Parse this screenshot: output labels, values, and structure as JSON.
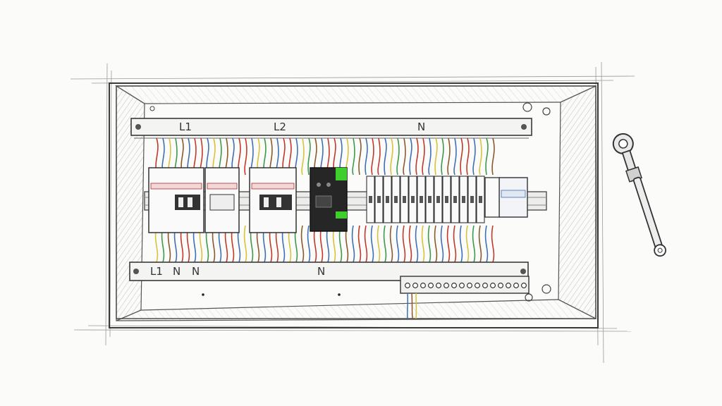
{
  "colors": {
    "paper": "#fbfbfa",
    "pencil": "#3a3a3a",
    "shade": "#cfcfcf",
    "wire_red": "#c0392b",
    "wire_blue": "#3f6fb5",
    "wire_yellow": "#d8c23a",
    "wire_green": "#3d9a4a",
    "wire_brown": "#8a5a2b",
    "indicator_green": "#3ecf2f"
  },
  "labels": {
    "top_bar": {
      "l1": "L1",
      "l2": "L2",
      "n": "N"
    },
    "bottom_bar": {
      "l1": "L1",
      "n1": "N",
      "n2": "N",
      "n_center": "N"
    }
  },
  "icons": {
    "tool": "ratchet-wrench-icon"
  }
}
